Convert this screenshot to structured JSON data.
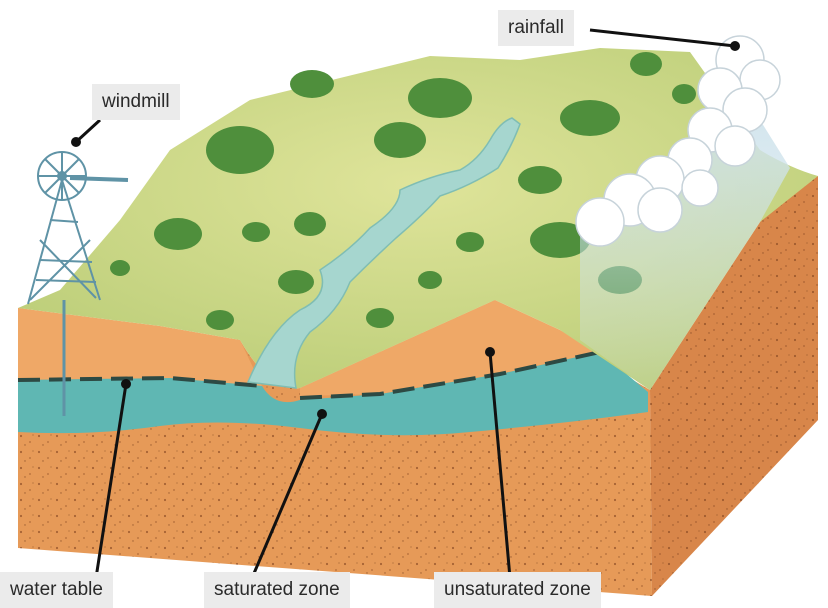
{
  "labels": {
    "rainfall": "rainfall",
    "windmill": "windmill",
    "water_table": "water table",
    "saturated_zone": "saturated zone",
    "unsaturated_zone": "unsaturated zone"
  },
  "colors": {
    "soil_front": "#e69a58",
    "soil_side": "#d8864a",
    "unsaturated": "#efa867",
    "saturated": "#5fb7b3",
    "water_table_line": "#2d4a44",
    "grass": "#cbd88a",
    "shrub": "#4f8f3c",
    "river": "#a6d6cf",
    "cloud": "#ffffff",
    "rain": "#c4dbe6",
    "leader_line": "#111111",
    "label_bg": "#ebebeb"
  },
  "icons": {
    "windmill": "windmill-icon",
    "cloud": "cloud-icon"
  }
}
